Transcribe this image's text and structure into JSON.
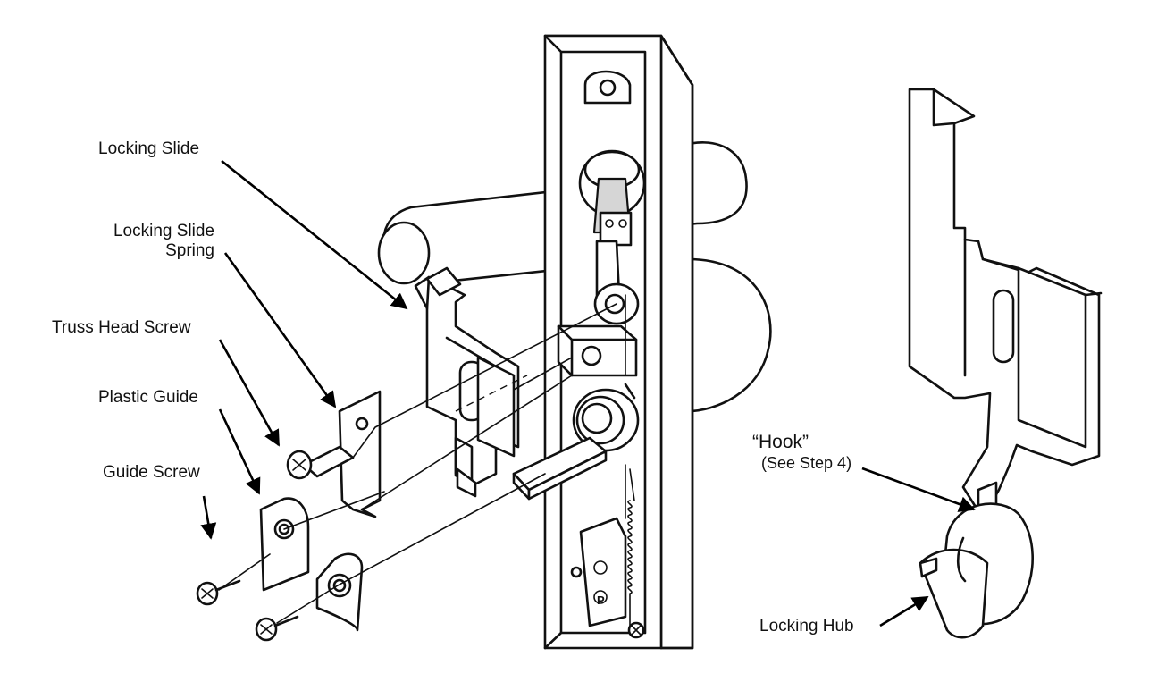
{
  "labels": {
    "locking_slide": "Locking Slide",
    "locking_slide_spring_line1": "Locking Slide",
    "locking_slide_spring_line2": "Spring",
    "truss_head_screw": "Truss Head Screw",
    "plastic_guide": "Plastic Guide",
    "guide_screw": "Guide Screw",
    "hook_title": "“Hook”",
    "hook_sub": "(See Step 4)",
    "locking_hub": "Locking Hub",
    "plate_letter": "P"
  }
}
